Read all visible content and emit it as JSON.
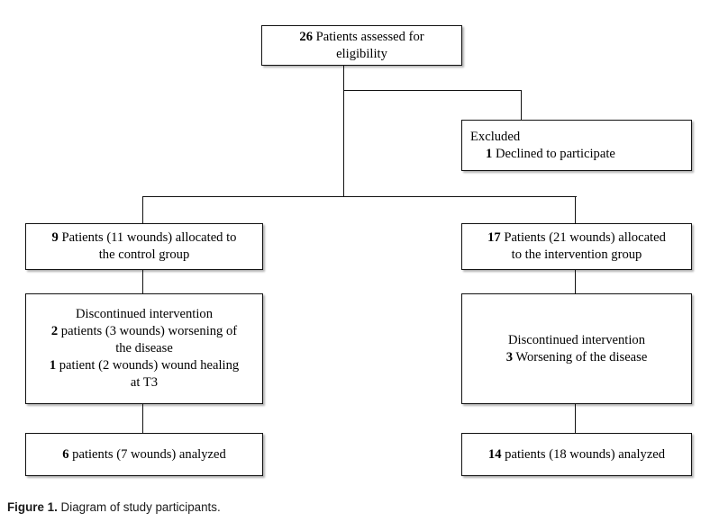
{
  "figure": {
    "caption_label": "Figure 1.",
    "caption_text": "Diagram of study participants."
  },
  "diagram": {
    "type": "flowchart",
    "style": "CONSORT participant flow diagram",
    "nodes": {
      "assessed": {
        "name": "patients-assessed-for-eligibility",
        "count": "26",
        "line1_rest": " Patients assessed for",
        "line2": "eligibility",
        "align": "center"
      },
      "excluded": {
        "name": "excluded",
        "line1": "Excluded",
        "count": "1",
        "line2_rest": " Declined to participate",
        "align": "left"
      },
      "control_alloc": {
        "name": "control-group-allocation",
        "count": "9",
        "line1_rest": " Patients (11 wounds) allocated to",
        "line2": "the control group",
        "align": "center"
      },
      "intervention_alloc": {
        "name": "intervention-group-allocation",
        "count": "17",
        "line1_rest": " Patients (21 wounds) allocated",
        "line2": "to the intervention group",
        "align": "center"
      },
      "control_discontinued": {
        "name": "control-discontinued",
        "line1": "Discontinued intervention",
        "count_a": "2",
        "line2_rest": " patients (3 wounds) worsening of",
        "line3": "the disease",
        "count_b": "1",
        "line4_rest": " patient (2 wounds) wound healing",
        "line5": "at T3",
        "align": "center"
      },
      "intervention_discontinued": {
        "name": "intervention-discontinued",
        "line1": "Discontinued intervention",
        "count": "3",
        "line2_rest": " Worsening of the disease",
        "align": "center"
      },
      "control_analyzed": {
        "name": "control-analyzed",
        "count": "6",
        "line1_rest": " patients (7 wounds) analyzed",
        "align": "center"
      },
      "intervention_analyzed": {
        "name": "intervention-analyzed",
        "count": "14",
        "line1_rest": " patients (18 wounds) analyzed",
        "align": "center"
      }
    },
    "colors": {
      "border": "#111111",
      "background": "#ffffff",
      "text": "#000000",
      "connector": "#111111"
    }
  }
}
